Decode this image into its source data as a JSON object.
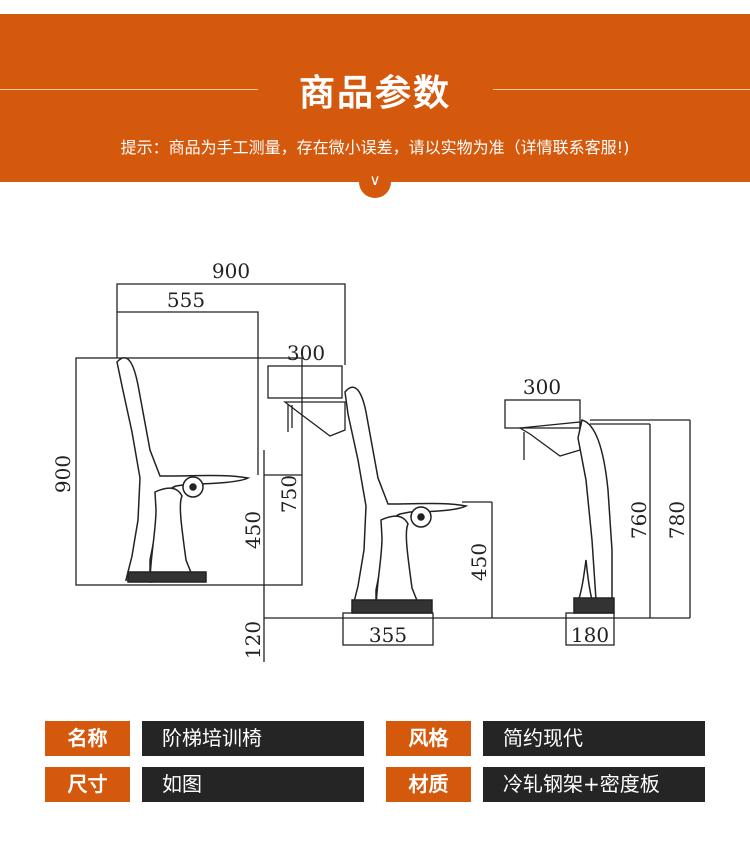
{
  "header": {
    "title": "商品参数",
    "tip": "提示：商品为手工测量，存在微小误差，请以实物为准（详情联系客服!)",
    "chevron": "∨",
    "accent_color": "#d4590d"
  },
  "diagram": {
    "dims": {
      "d900_top": "900",
      "d555": "555",
      "d300_left": "300",
      "d900_left": "900",
      "d750": "750",
      "d450_left": "450",
      "d120": "120",
      "d450_mid": "450",
      "d355": "355",
      "d300_right": "300",
      "d760": "760",
      "d780": "780",
      "d180": "180"
    }
  },
  "specs": {
    "name_label": "名称",
    "name_value": "阶梯培训椅",
    "style_label": "风格",
    "style_value": "简约现代",
    "size_label": "尺寸",
    "size_value": "如图",
    "material_label": "材质",
    "material_value": "冷轧钢架+密度板"
  }
}
